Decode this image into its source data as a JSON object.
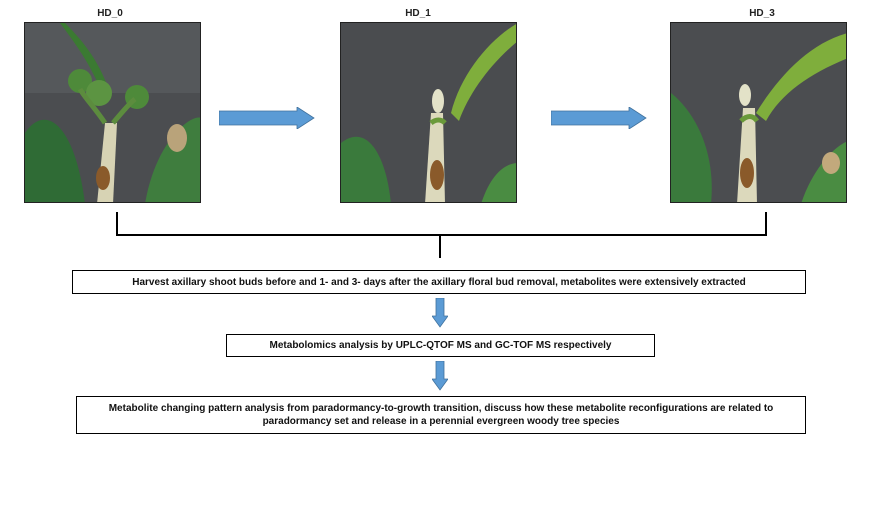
{
  "stages": [
    {
      "label": "HD_0"
    },
    {
      "label": "HD_1"
    },
    {
      "label": "HD_3"
    }
  ],
  "steps": [
    {
      "text": "Harvest axillary shoot buds before and 1- and 3- days after the axillary floral bud removal, metabolites were extensively extracted"
    },
    {
      "text": "Metabolomics analysis by UPLC-QTOF MS and GC-TOF MS respectively"
    },
    {
      "text": "Metabolite changing pattern analysis from paradormancy-to-growth transition, discuss how these metabolite reconfigurations are related to paradormancy set and release in a perennial evergreen woody tree species"
    }
  ],
  "colors": {
    "arrow_blue": "#5b9bd5",
    "photo_bg": "#4a4c4f",
    "leaf_green": "#3d7a3a",
    "stem": "#c9c7a8"
  }
}
